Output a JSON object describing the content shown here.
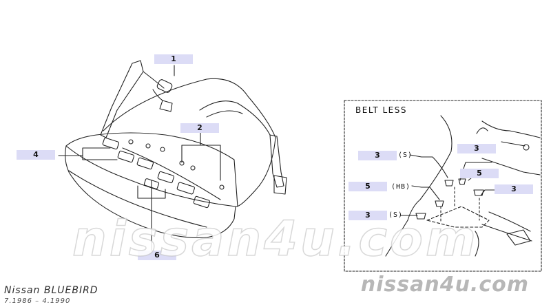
{
  "callouts": {
    "c1": "1",
    "c2": "2",
    "c3a": "3",
    "c3b": "3",
    "c3c": "3",
    "c3d": "3",
    "c4": "4",
    "c5a": "5",
    "c5b": "5",
    "c6": "6"
  },
  "inset": {
    "title": "BELT LESS",
    "label_s_top": "(S)",
    "label_hb": "(HB)",
    "label_s_bottom": "(S)"
  },
  "watermark": {
    "main": "nissan4u.com",
    "corner": "nissan4u.com"
  },
  "footer": {
    "model": "Nissan  BLUEBIRD",
    "production": "7.1986  –  4.1990"
  }
}
